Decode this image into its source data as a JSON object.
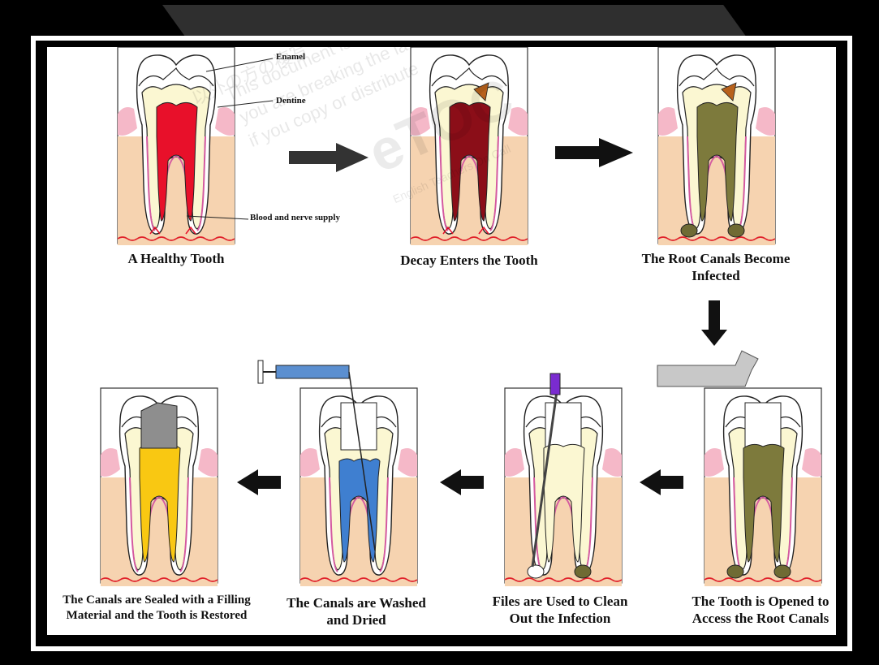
{
  "panels": [
    {
      "id": "healthy",
      "caption": "A Healthy Tooth"
    },
    {
      "id": "decay",
      "caption": "Decay Enters the Tooth"
    },
    {
      "id": "infected",
      "caption": "The Root Canals Become Infected"
    },
    {
      "id": "opened",
      "caption": "The Tooth is Opened to Access the Root Canals"
    },
    {
      "id": "files",
      "caption": "Files are Used to Clean Out the Infection"
    },
    {
      "id": "washed",
      "caption": "The Canals are Washed and Dried"
    },
    {
      "id": "sealed",
      "caption": "The Canals are Sealed with a Filling Material and the Tooth is Restored"
    }
  ],
  "captions": {
    "healthy": "A Healthy Tooth",
    "decay": "Decay Enters the Tooth",
    "infected_1": "The Root Canals Become",
    "infected_2": "Infected",
    "opened_1": "The Tooth is Opened to",
    "opened_2": "Access the Root Canals",
    "files_1": "Files are Used to Clean",
    "files_2": "Out the Infection",
    "washed_1": "The Canals are Washed",
    "washed_2": "and Dried",
    "sealed_1": "The Canals are Sealed with a Filling",
    "sealed_2": "Material and the Tooth is Restored"
  },
  "labels": {
    "enamel": "Enamel",
    "dentine": "Dentine",
    "blood": "Blood and nerve supply"
  },
  "watermark": {
    "line1": "以外の方の複写・配布は法律で罰せられます",
    "line2": "This document is restricted",
    "line3": "you are breaking the law",
    "line4": "if you copy or distribute",
    "logo": "eTOC",
    "sub": "English Teachers On Call"
  },
  "colors": {
    "enamel": "#ffffff",
    "dentine": "#fbf7d2",
    "gum": "#f5b8c8",
    "bone": "#f6d3b0",
    "pulp_healthy": "#e8102a",
    "pulp_decay": "#8b0e18",
    "pulp_infected": "#7d7a3c",
    "decay": "#b8621c",
    "wash": "#3f7fd0",
    "filling": "#f9c812",
    "crown_fill": "#8e8e8e"
  }
}
